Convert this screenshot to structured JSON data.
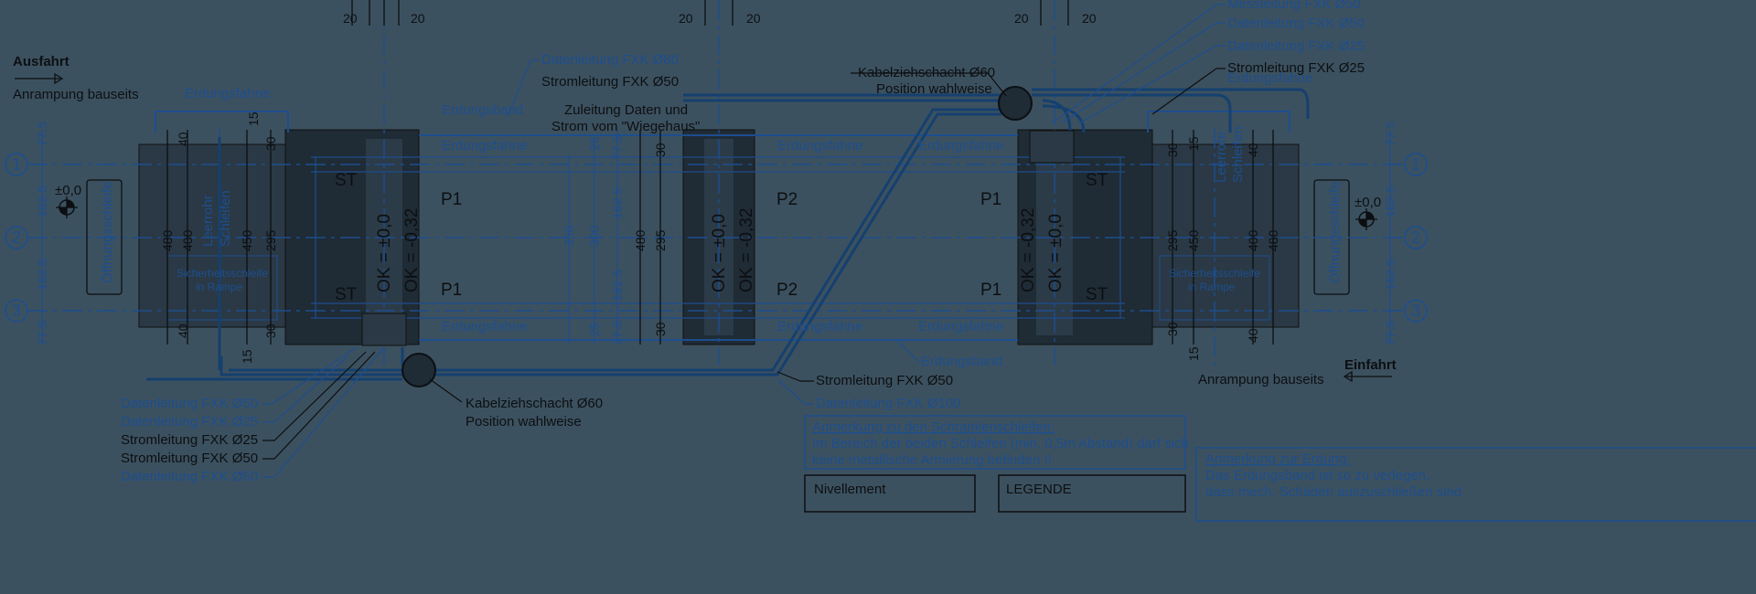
{
  "directions": {
    "exit": "Ausfahrt",
    "entry": "Einfahrt"
  },
  "ramp_label": "Anrampung bauseits",
  "grounding_flag": "Erdungsfahne",
  "grounding_strap": "Erdungsband",
  "feed": {
    "line1": "Zuleitung Daten und",
    "line2": "Strom vom \"Wiegehaus\""
  },
  "manhole": {
    "title": "Kabelziehschacht Ø60",
    "subtitle": "Position wahlweise"
  },
  "top_center_conduits": [
    "Datenleitung FXK Ø80",
    "Stromleitung FXK Ø50"
  ],
  "top_right_conduits": [
    "Messleitung FXK Ø50",
    "Datenleitung FXK Ø50",
    "Datenleitung FXK Ø25",
    "Stromleitung FXK Ø25"
  ],
  "bottom_left_conduits": [
    "Datenleitung FXK Ø50",
    "Datenleitung FXK Ø25",
    "Stromleitung FXK Ø25",
    "Stromleitung FXK Ø50",
    "Datenleitung FXK Ø50"
  ],
  "bottom_center_conduits": [
    "Stromleitung FXK Ø50",
    "Datenleitung FXK Ø100"
  ],
  "loops": {
    "opening": "Öffnungsschleife",
    "safety_l1": "Sicherheitsschleife",
    "safety_l2": "in Rampe",
    "conduit_l1": "Leerrohr",
    "conduit_l2": "Schleifen"
  },
  "level_zero": "±0,0",
  "ok_levels": {
    "zero": "OK = ±0,0",
    "minus": "OK = -0,32"
  },
  "points": {
    "p1": "P1",
    "p2": "P2",
    "st": "ST"
  },
  "axes": [
    "1",
    "2",
    "3"
  ],
  "dimensions": {
    "d20": "20",
    "d15": "15",
    "d30": "30",
    "d40": "40",
    "d25": "25",
    "d77": "77.5",
    "d162": "162.5",
    "d480": "480",
    "d400": "400",
    "d450": "450",
    "d295": "295",
    "d350": "350",
    "d300": "300"
  },
  "notes": {
    "loops_title": "Anmerkung zu den Schrankenschleifen:",
    "loops_line1": "Im Bereich der beiden Schleifen (min. 0,5m Abstand) darf sich",
    "loops_line2": "keine metallische Armierung befinden !!",
    "ground_title": "Anmerkung zur Erdung:",
    "ground_line1": "Das Erdungsband ist so zu verlegen,",
    "ground_line2": "dass mech. Schäden auszuschließen sind",
    "box1_title": "Nivellement",
    "legend_title": "LEGENDE"
  }
}
